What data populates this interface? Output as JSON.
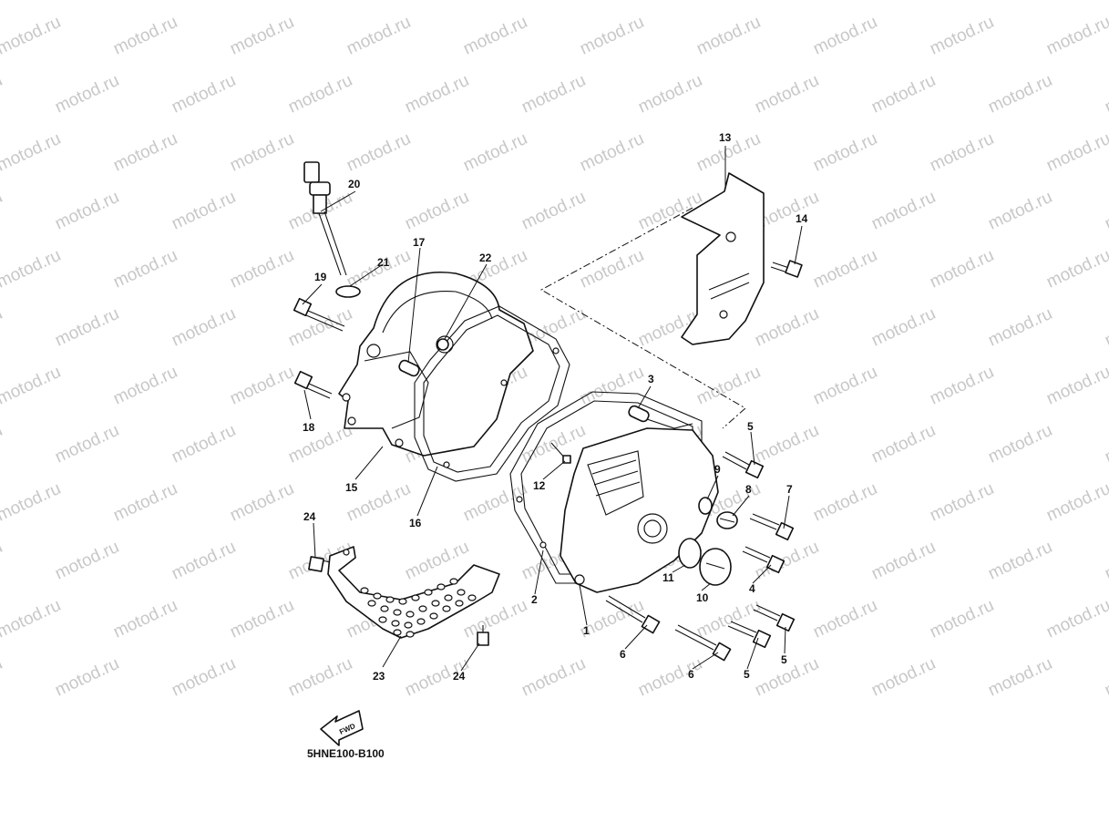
{
  "watermark": {
    "text": "motod.ru",
    "color": "#c8c8c8"
  },
  "diagram_code": "5HNE100-B100",
  "fwd_label": "FWD",
  "callouts": [
    {
      "id": "c1",
      "label": "1"
    },
    {
      "id": "c2",
      "label": "2"
    },
    {
      "id": "c3",
      "label": "3"
    },
    {
      "id": "c4",
      "label": "4"
    },
    {
      "id": "c5a",
      "label": "5"
    },
    {
      "id": "c5b",
      "label": "5"
    },
    {
      "id": "c5c",
      "label": "5"
    },
    {
      "id": "c6a",
      "label": "6"
    },
    {
      "id": "c6b",
      "label": "6"
    },
    {
      "id": "c7",
      "label": "7"
    },
    {
      "id": "c8",
      "label": "8"
    },
    {
      "id": "c9",
      "label": "9"
    },
    {
      "id": "c10",
      "label": "10"
    },
    {
      "id": "c11",
      "label": "11"
    },
    {
      "id": "c12",
      "label": "12"
    },
    {
      "id": "c13",
      "label": "13"
    },
    {
      "id": "c14",
      "label": "14"
    },
    {
      "id": "c15",
      "label": "15"
    },
    {
      "id": "c16",
      "label": "16"
    },
    {
      "id": "c17",
      "label": "17"
    },
    {
      "id": "c18",
      "label": "18"
    },
    {
      "id": "c19",
      "label": "19"
    },
    {
      "id": "c20",
      "label": "20"
    },
    {
      "id": "c21",
      "label": "21"
    },
    {
      "id": "c22",
      "label": "22"
    },
    {
      "id": "c23",
      "label": "23"
    },
    {
      "id": "c24a",
      "label": "24"
    },
    {
      "id": "c24b",
      "label": "24"
    }
  ]
}
